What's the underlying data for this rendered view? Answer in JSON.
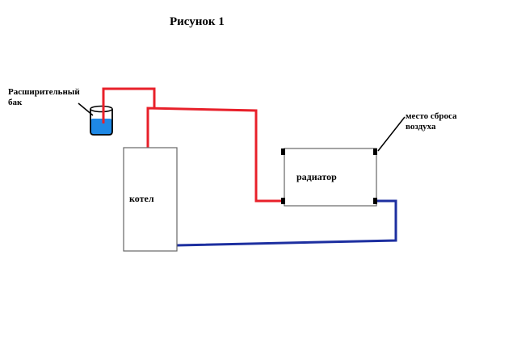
{
  "title": "Рисунок 1",
  "labels": {
    "tank_line1": "Расширительный",
    "tank_line2": "бак",
    "boiler": "котел",
    "radiator": "радиатор",
    "air_vent_line1": "место сброса",
    "air_vent_line2": "воздуха"
  },
  "colors": {
    "hot_pipe": "#e8202a",
    "cold_pipe": "#1d2fa0",
    "water": "#1e88e5",
    "outline": "#000000",
    "device_border": "#666666"
  }
}
